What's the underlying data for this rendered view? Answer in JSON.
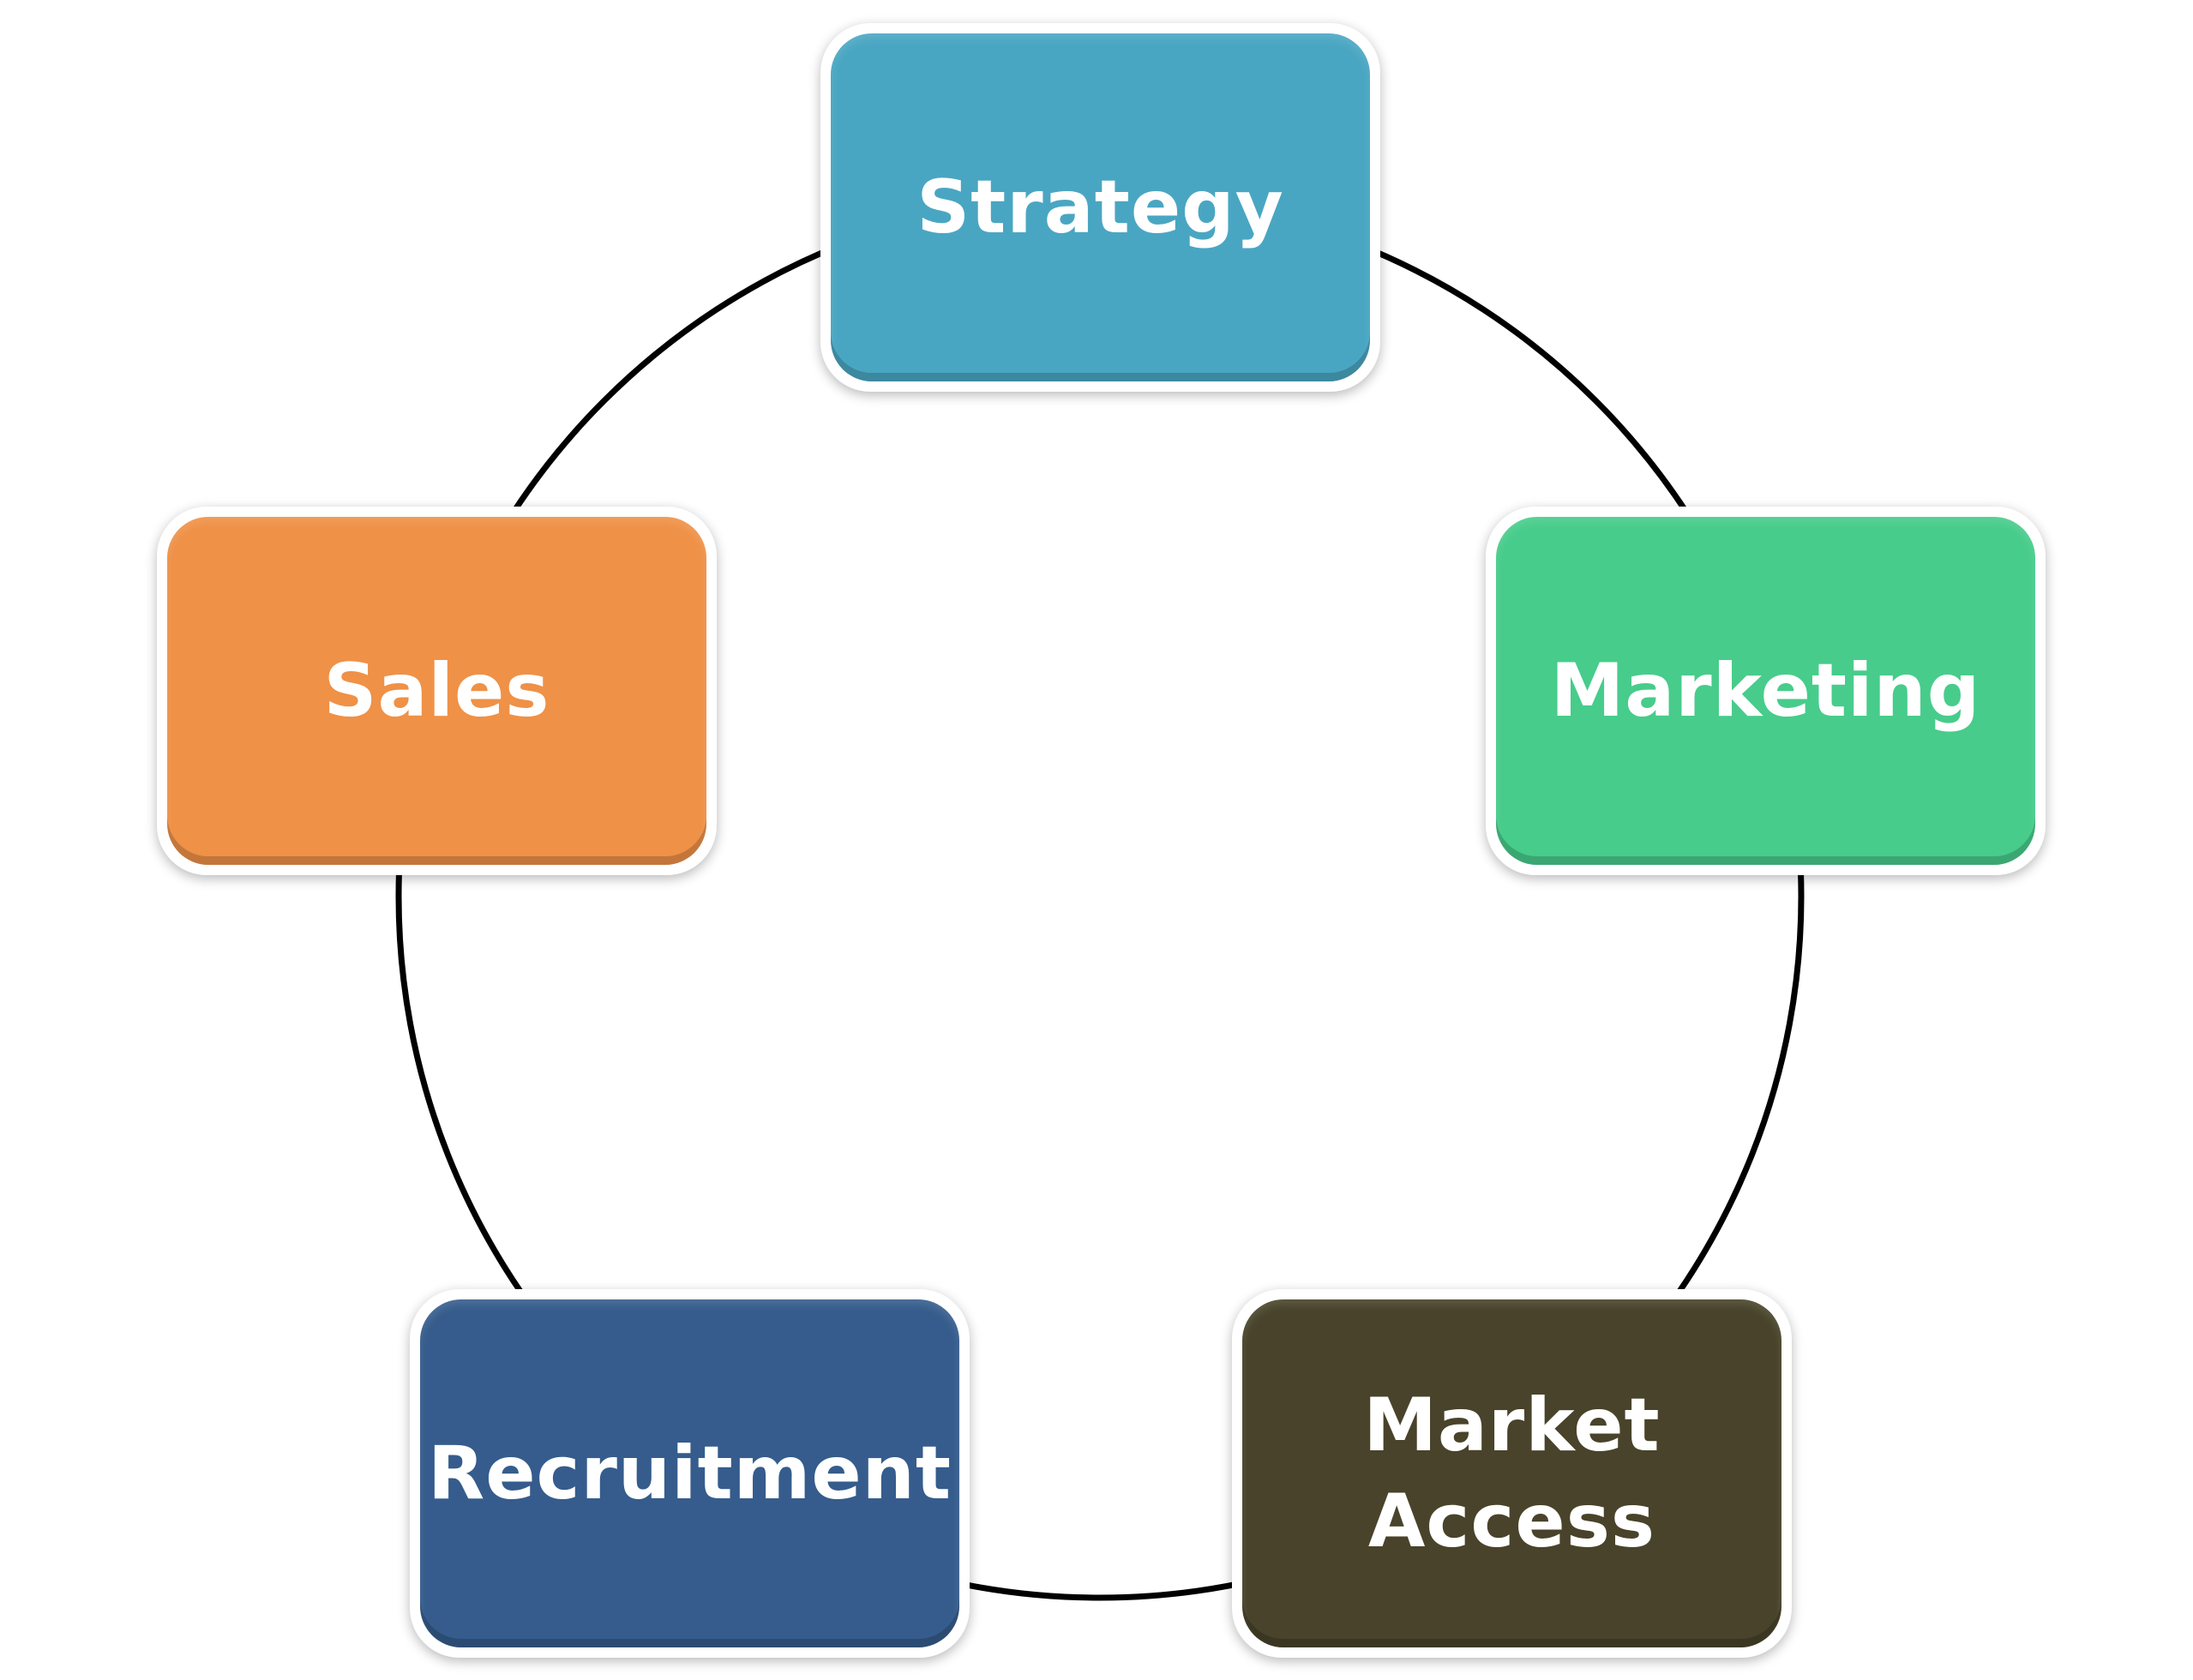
{
  "diagram": {
    "type": "cycle",
    "nodes": [
      {
        "id": "strategy",
        "label": "Strategy",
        "color": "#49A6C2"
      },
      {
        "id": "marketing",
        "label": "Marketing",
        "color": "#47CC8B"
      },
      {
        "id": "market-access",
        "label": "Market\nAccess",
        "color": "#48432A"
      },
      {
        "id": "recruitment",
        "label": "Recruitment",
        "color": "#355C8C"
      },
      {
        "id": "sales",
        "label": "Sales",
        "color": "#EF9147"
      }
    ],
    "connector_color": "#000000"
  }
}
